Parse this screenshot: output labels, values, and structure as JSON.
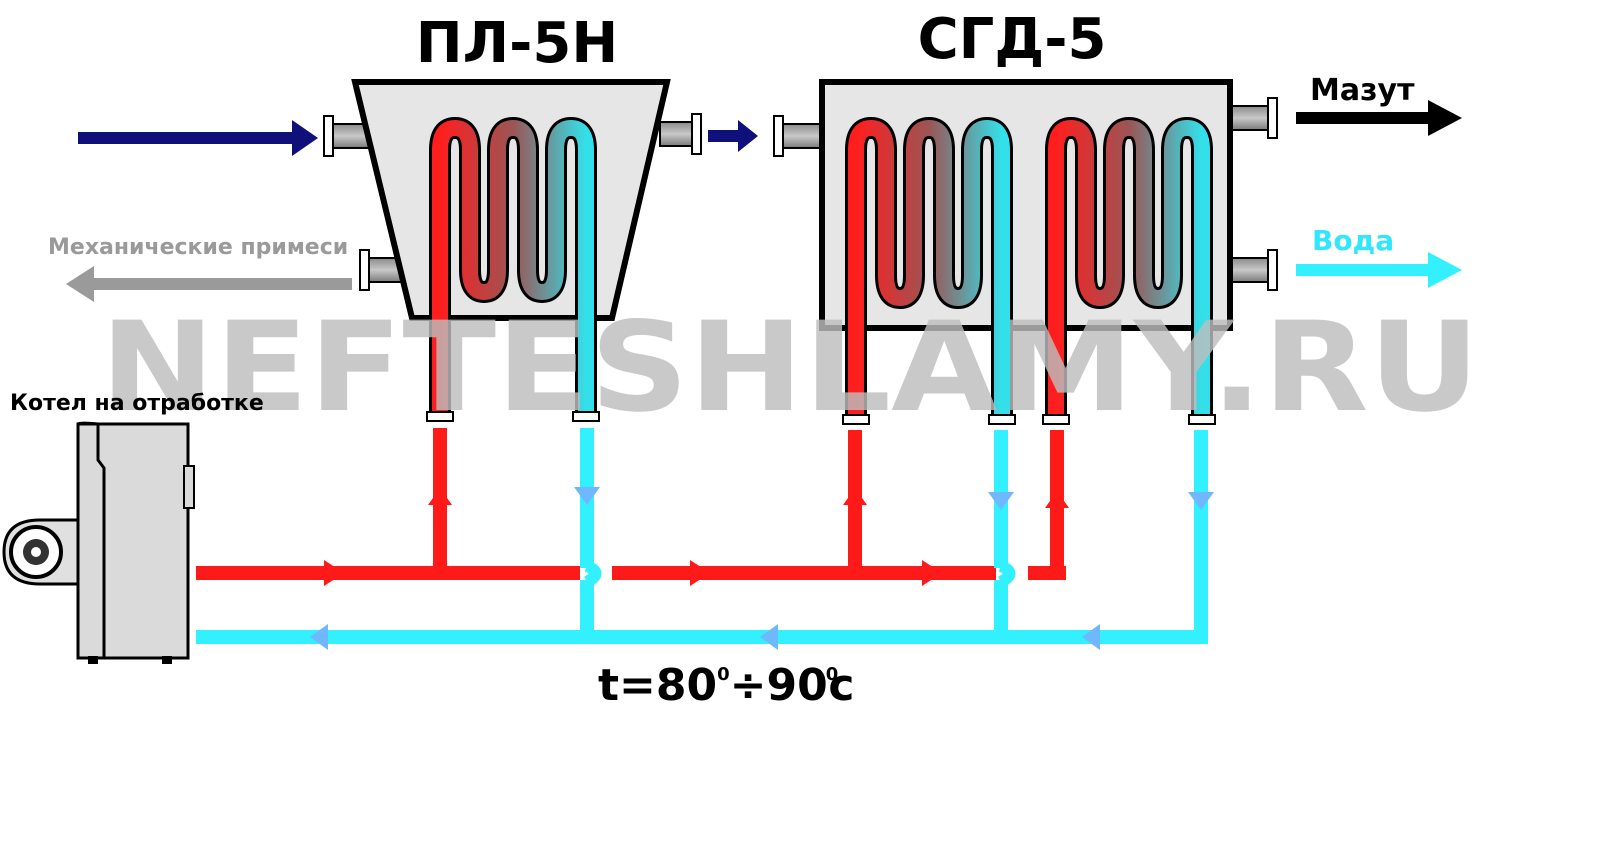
{
  "titles": {
    "separator": "ПЛ-5Н",
    "dehydrator": "СГД-5"
  },
  "labels": {
    "impurities": "Механические примеси",
    "fuel_oil": "Мазут",
    "water": "Вода",
    "boiler": "Котел на отработке",
    "temperature_prefix": "t=80",
    "temperature_mid": "÷90",
    "temperature_unit": "c",
    "degree_mark": "0"
  },
  "watermark": "NEFTESHLAMY.RU",
  "colors": {
    "hot": "#ff1a1a",
    "cold": "#33f0ff",
    "inlet": "#10107a",
    "impurities": "#9a9a9a",
    "fuel_oil": "#000000",
    "water_label": "#33e6ff",
    "tank_fill": "#e6e6e6",
    "coil_mid": "#9b5555",
    "coil_cold": "#2fc6cf",
    "watermark": "#bdbdbd"
  }
}
